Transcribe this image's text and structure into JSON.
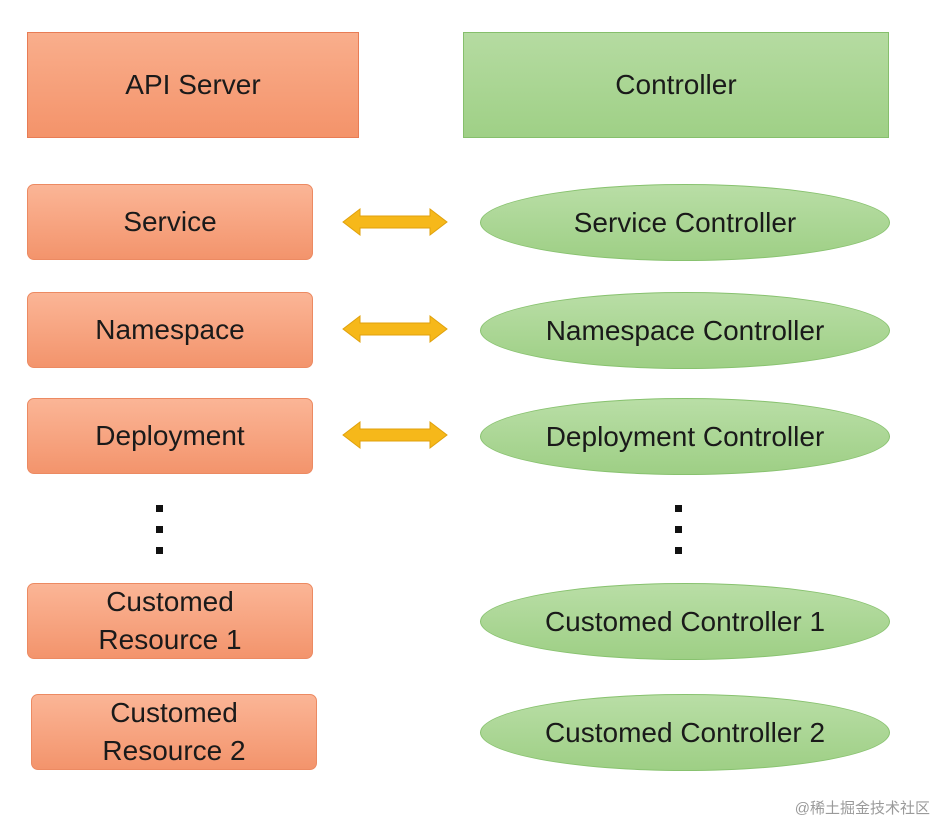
{
  "headers": {
    "api_server": "API Server",
    "controller": "Controller"
  },
  "resources": [
    {
      "label": "Service"
    },
    {
      "label": "Namespace"
    },
    {
      "label": "Deployment"
    },
    {
      "label": "Customed\nResource 1"
    },
    {
      "label": "Customed\nResource 2"
    }
  ],
  "controllers": [
    {
      "label": "Service Controller"
    },
    {
      "label": "Namespace Controller"
    },
    {
      "label": "Deployment Controller"
    },
    {
      "label": "Customed Controller 1"
    },
    {
      "label": "Customed Controller 2"
    }
  ],
  "colors": {
    "api_fill": "#f4936a",
    "controller_fill": "#9fd086",
    "arrow_fill": "#f6b81a"
  },
  "watermark": "@稀土掘金技术社区"
}
